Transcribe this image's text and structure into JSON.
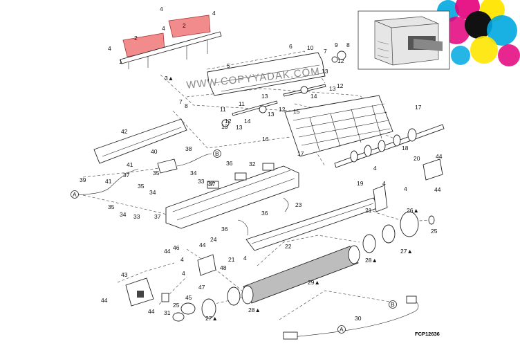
{
  "diagram": {
    "figure_code": "FCP12636",
    "watermark": "WWW.COPYYADAK.COM",
    "brand_colors": [
      "#00a9e0",
      "#e4007c",
      "#ffe600",
      "#000000"
    ],
    "ref_circles": [
      "A",
      "B"
    ],
    "callouts": [
      {
        "text": "4"
      },
      {
        "text": "4"
      },
      {
        "text": "2"
      },
      {
        "text": "2"
      },
      {
        "text": "4"
      },
      {
        "text": "4"
      },
      {
        "text": "1"
      },
      {
        "text": "3▲"
      },
      {
        "text": "5"
      },
      {
        "text": "6"
      },
      {
        "text": "10"
      },
      {
        "text": "9"
      },
      {
        "text": "8"
      },
      {
        "text": "7"
      },
      {
        "text": "12"
      },
      {
        "text": "12"
      },
      {
        "text": "13"
      },
      {
        "text": "13"
      },
      {
        "text": "14"
      },
      {
        "text": "8"
      },
      {
        "text": "7"
      },
      {
        "text": "11"
      },
      {
        "text": "11"
      },
      {
        "text": "12"
      },
      {
        "text": "13"
      },
      {
        "text": "13"
      },
      {
        "text": "15"
      },
      {
        "text": "17"
      },
      {
        "text": "12"
      },
      {
        "text": "14"
      },
      {
        "text": "13"
      },
      {
        "text": "13"
      },
      {
        "text": "16"
      },
      {
        "text": "17"
      },
      {
        "text": "18"
      },
      {
        "text": "42"
      },
      {
        "text": "40"
      },
      {
        "text": "38"
      },
      {
        "text": "41"
      },
      {
        "text": "37"
      },
      {
        "text": "32"
      },
      {
        "text": "35"
      },
      {
        "text": "34"
      },
      {
        "text": "36"
      },
      {
        "text": "37"
      },
      {
        "text": "39"
      },
      {
        "text": "41"
      },
      {
        "text": "35"
      },
      {
        "text": "34"
      },
      {
        "text": "33"
      },
      {
        "text": "37"
      },
      {
        "text": "35"
      },
      {
        "text": "34"
      },
      {
        "text": "33"
      },
      {
        "text": "37"
      },
      {
        "text": "4"
      },
      {
        "text": "20"
      },
      {
        "text": "44"
      },
      {
        "text": "44"
      },
      {
        "text": "19"
      },
      {
        "text": "4"
      },
      {
        "text": "4"
      },
      {
        "text": "21"
      },
      {
        "text": "23"
      },
      {
        "text": "36"
      },
      {
        "text": "36"
      },
      {
        "text": "22"
      },
      {
        "text": "26▲"
      },
      {
        "text": "25"
      },
      {
        "text": "27▲"
      },
      {
        "text": "28▲"
      },
      {
        "text": "24"
      },
      {
        "text": "44"
      },
      {
        "text": "46"
      },
      {
        "text": "44"
      },
      {
        "text": "4"
      },
      {
        "text": "4"
      },
      {
        "text": "21"
      },
      {
        "text": "48"
      },
      {
        "text": "4"
      },
      {
        "text": "47"
      },
      {
        "text": "29▲"
      },
      {
        "text": "43"
      },
      {
        "text": "44"
      },
      {
        "text": "45"
      },
      {
        "text": "25"
      },
      {
        "text": "31"
      },
      {
        "text": "44"
      },
      {
        "text": "27▲"
      },
      {
        "text": "28▲"
      },
      {
        "text": "30"
      }
    ]
  }
}
